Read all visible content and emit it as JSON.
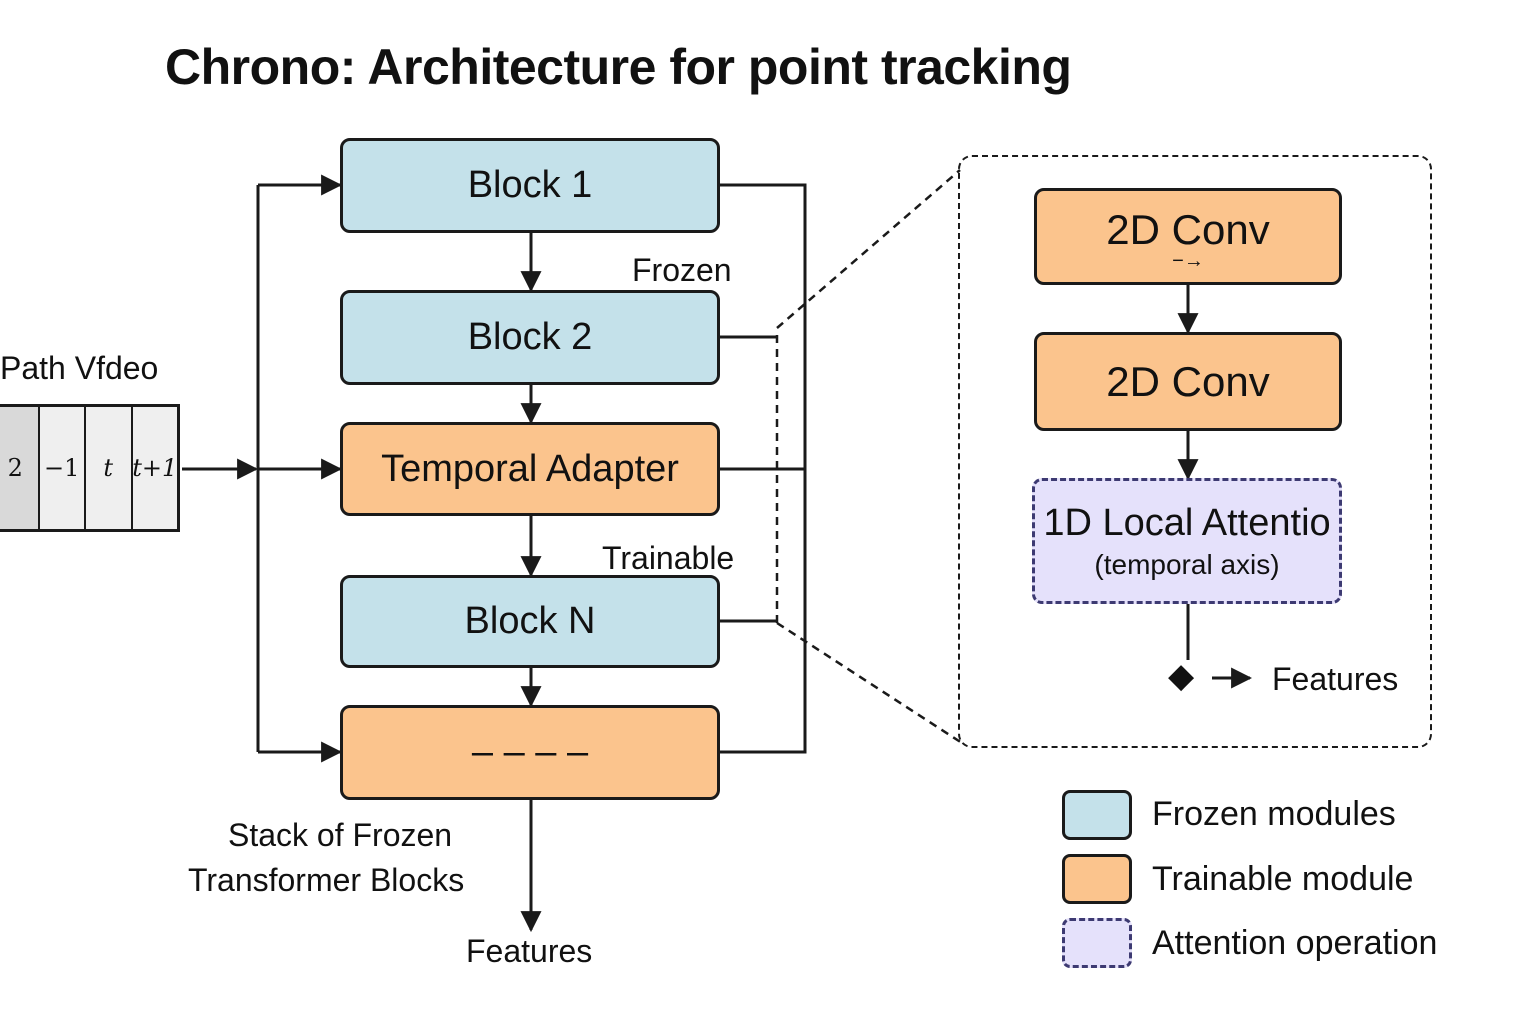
{
  "title": "Chrono: Architecture for point tracking",
  "input": {
    "label": "Path Vfdeo",
    "frames": [
      "2",
      "−1",
      "t",
      "t+1"
    ]
  },
  "stack": {
    "blocks": [
      {
        "label": "Block 1",
        "kind": "frozen"
      },
      {
        "label": "Block 2",
        "kind": "frozen"
      },
      {
        "label": "Temporal Adapter",
        "kind": "trainable"
      },
      {
        "label": "Block N",
        "kind": "frozen"
      },
      {
        "label": "– – – –",
        "kind": "trainable"
      }
    ],
    "frozen_note": "Frozen",
    "trainable_note": "Trainable",
    "caption_line1": "Stack of Frozen",
    "caption_line2": "Transformer Blocks",
    "output_label": "Features"
  },
  "detail": {
    "conv1_label": "2D Conv",
    "conv1_glyph": "−→",
    "conv2_label": "2D Conv",
    "attention_label": "1D Local Attentio",
    "attention_sub": "(temporal axis)",
    "output_icon": "diamond-icon",
    "output_label": "Features"
  },
  "legend": [
    {
      "label": "Frozen modules",
      "kind": "frozen"
    },
    {
      "label": "Trainable module",
      "kind": "trainable"
    },
    {
      "label": "Attention operation",
      "kind": "attention"
    }
  ],
  "colors": {
    "frozen": "#c4e1ea",
    "trainable": "#fbc48d",
    "attention": "#e5e1fb",
    "stroke": "#1a1a1a"
  }
}
